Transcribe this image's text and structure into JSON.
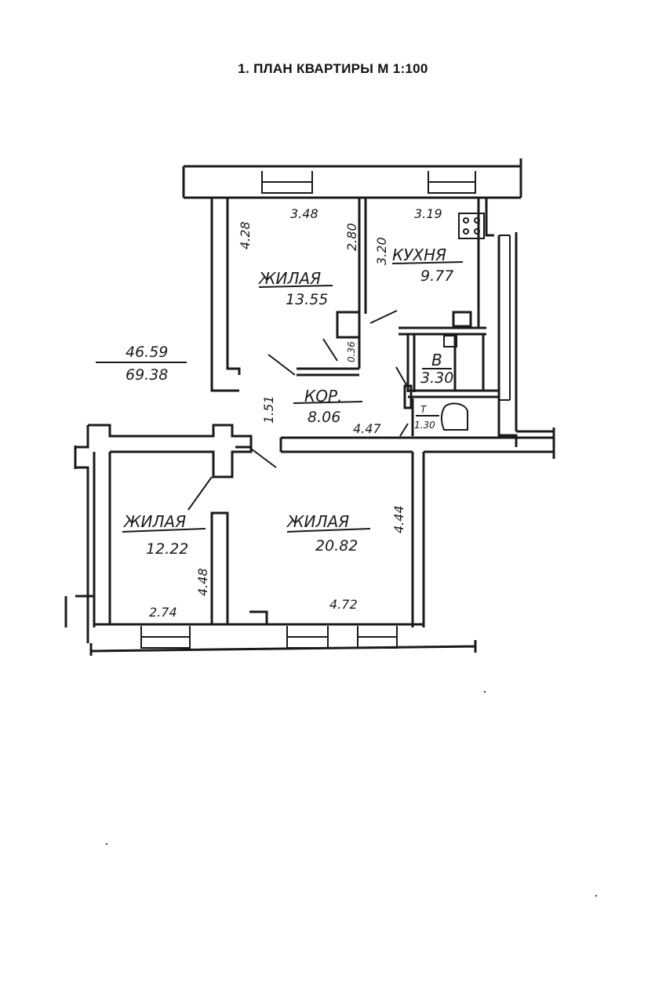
{
  "title": "1. ПЛАН КВАРТИРЫ М 1:100",
  "summary": {
    "living_area": "46.59",
    "total_area": "69.38"
  },
  "rooms": {
    "room1": {
      "label": "ЖИЛАЯ",
      "area": "13.55"
    },
    "kitchen": {
      "label": "КУХНЯ",
      "area": "9.77"
    },
    "bath": {
      "label": "В",
      "area": "3.30"
    },
    "corridor": {
      "label": "КОР.",
      "area": "8.06"
    },
    "toilet": {
      "label": "Т",
      "area": "1.30"
    },
    "room2": {
      "label": "ЖИЛАЯ",
      "area": "12.22"
    },
    "room3": {
      "label": "ЖИЛАЯ",
      "area": "20.82"
    }
  },
  "dimensions": {
    "room1_width": "3.48",
    "room1_depth": "4.28",
    "room1_partition": "2.80",
    "kitchen_width": "3.19",
    "kitchen_depth": "3.20",
    "closet": "0.36",
    "corridor_width": "1.51",
    "corridor_length": "4.47",
    "room2_depth": "4.48",
    "room2_width": "2.74",
    "room3_depth": "4.44",
    "room3_width": "4.72"
  }
}
